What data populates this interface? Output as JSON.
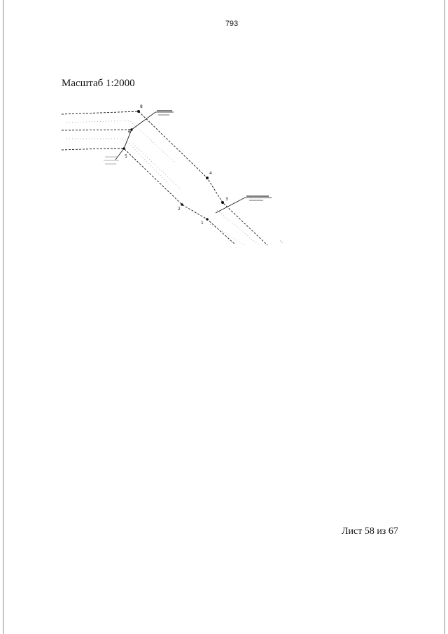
{
  "page_number": "793",
  "scale_label": "Масштаб 1:2000",
  "sheet_label": "Лист 58 из 67",
  "plan": {
    "point_labels": [
      "8",
      "6",
      "5",
      "4",
      "3",
      "2",
      "1"
    ]
  },
  "colors": {
    "ink": "#111111",
    "faint": "#9a9a9a",
    "page_edge": "#8a8a8a"
  }
}
